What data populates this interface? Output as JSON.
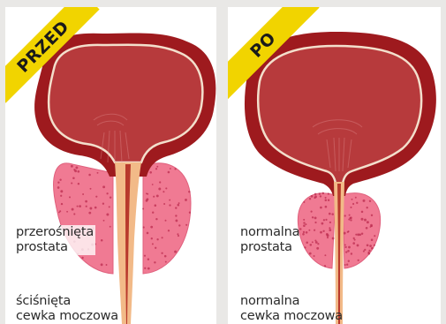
{
  "colors": {
    "background": "#e9e8e6",
    "panel": "#ffffff",
    "bladder_outer": "#9e1a1e",
    "bladder_inner": "#b73a3c",
    "bladder_outline": "#f3dfcc",
    "prostate_fill": "#f07a93",
    "prostate_dots": "#b8264a",
    "urethra_outer": "#f2ba88",
    "urethra_inner": "#b8392c",
    "ribbon": "#f1d400"
  },
  "before": {
    "ribbon": "PRZED",
    "prostate_label": [
      "przerośnięta",
      "prostata"
    ],
    "urethra_label": [
      "ściśnięta",
      "cewka moczowa"
    ]
  },
  "after": {
    "ribbon": "PO",
    "prostate_label": [
      "normalna",
      "prostata"
    ],
    "urethra_label": [
      "normalna",
      "cewka moczowa"
    ]
  }
}
